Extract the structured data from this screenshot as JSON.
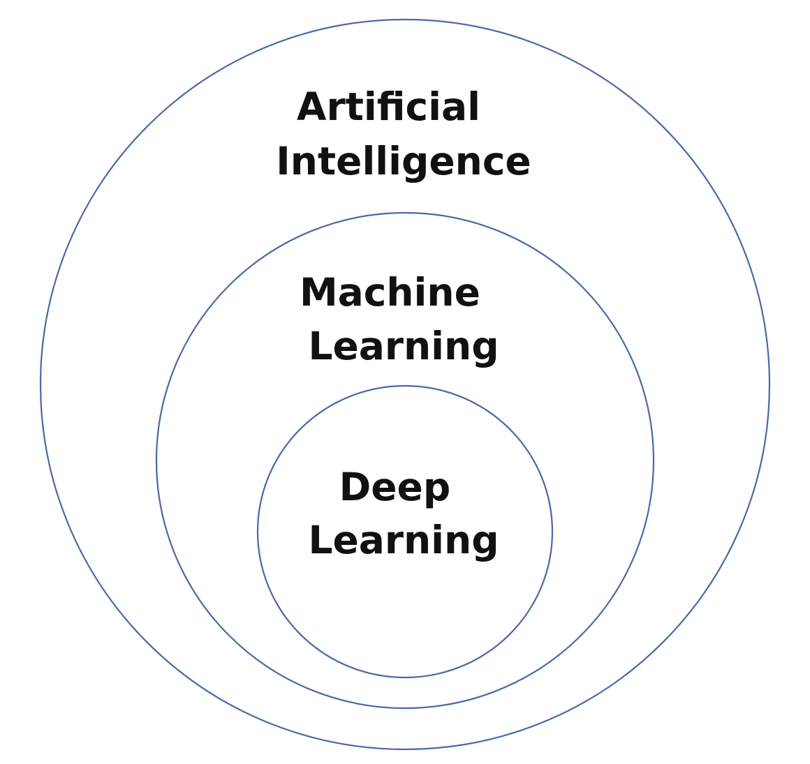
{
  "diagram": {
    "type": "nested-circles",
    "ring_color": "#4a68a8",
    "text_color": "#111111",
    "levels": [
      {
        "id": "ai",
        "lines": [
          "Artificial",
          "Intelligence"
        ]
      },
      {
        "id": "ml",
        "lines": [
          "Machine",
          "Learning"
        ]
      },
      {
        "id": "dl",
        "lines": [
          "Deep",
          "Learning"
        ]
      }
    ]
  }
}
